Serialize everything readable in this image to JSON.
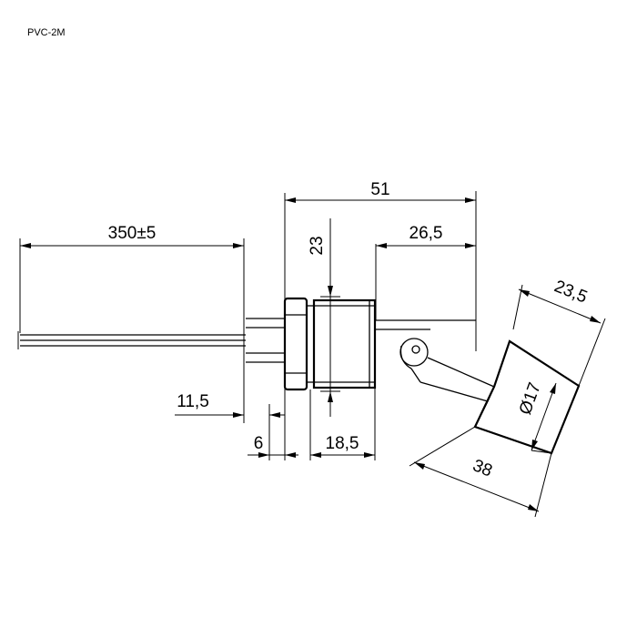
{
  "model": "PVC-2M",
  "dimensions": {
    "cable_length": "350±5",
    "overall_length": "51",
    "float_offset": "26,5",
    "thread_diameter": "23",
    "float_width": "23,5",
    "float_diameter": "Ø17",
    "float_length": "38",
    "nut_offset": "11,5",
    "nut_thickness": "6",
    "body_length": "18,5"
  }
}
